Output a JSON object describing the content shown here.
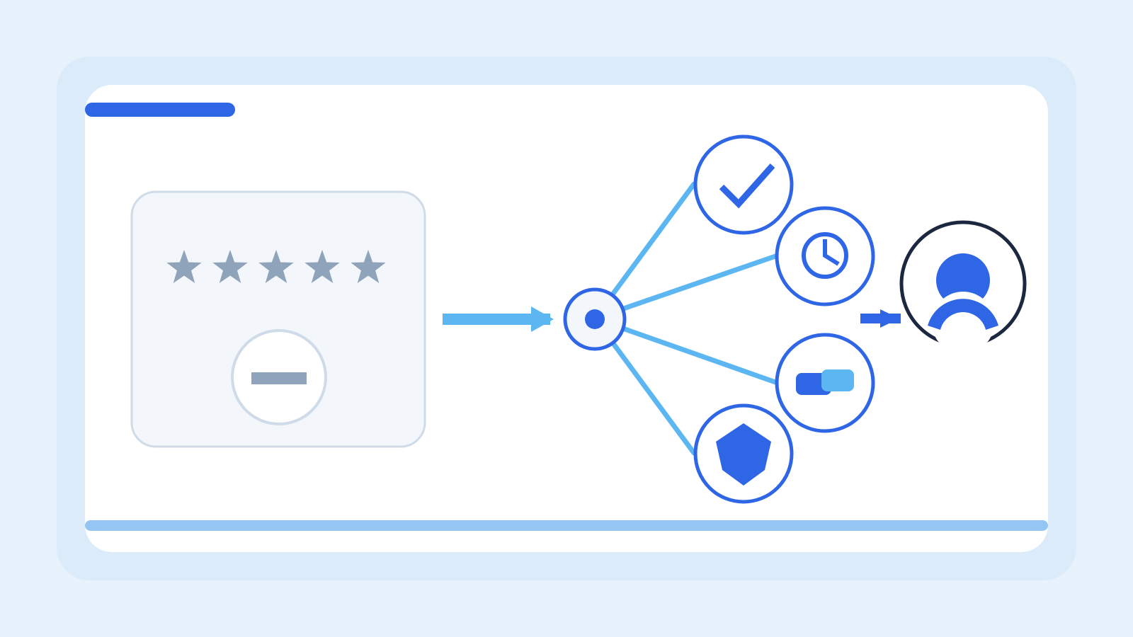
{
  "diagram": {
    "rating": {
      "stars_filled": 0,
      "stars_total": 5,
      "state": "remove"
    },
    "hub": {
      "state": "active"
    },
    "branches": [
      {
        "id": "approved",
        "icon": "check-icon"
      },
      {
        "id": "scheduled",
        "icon": "clock-icon"
      },
      {
        "id": "toggle",
        "icon": "toggle-icon"
      },
      {
        "id": "protected",
        "icon": "shield-icon"
      }
    ],
    "target": {
      "icon": "user-icon"
    },
    "header_bar": {
      "progress": 0.15
    },
    "footer_bar": {
      "progress": 1.0
    }
  },
  "colors": {
    "page_bg": "#e8f2fc",
    "frame": "#dcebfa",
    "panel": "#ffffff",
    "accent": "#2f66e6",
    "light_accent": "#5bb6f2",
    "muted": "#8fa3bb",
    "card_bg": "#f3f7fb",
    "card_border": "#cfdbe8",
    "dark": "#1c2740",
    "footer_bar": "#93c6f2"
  }
}
